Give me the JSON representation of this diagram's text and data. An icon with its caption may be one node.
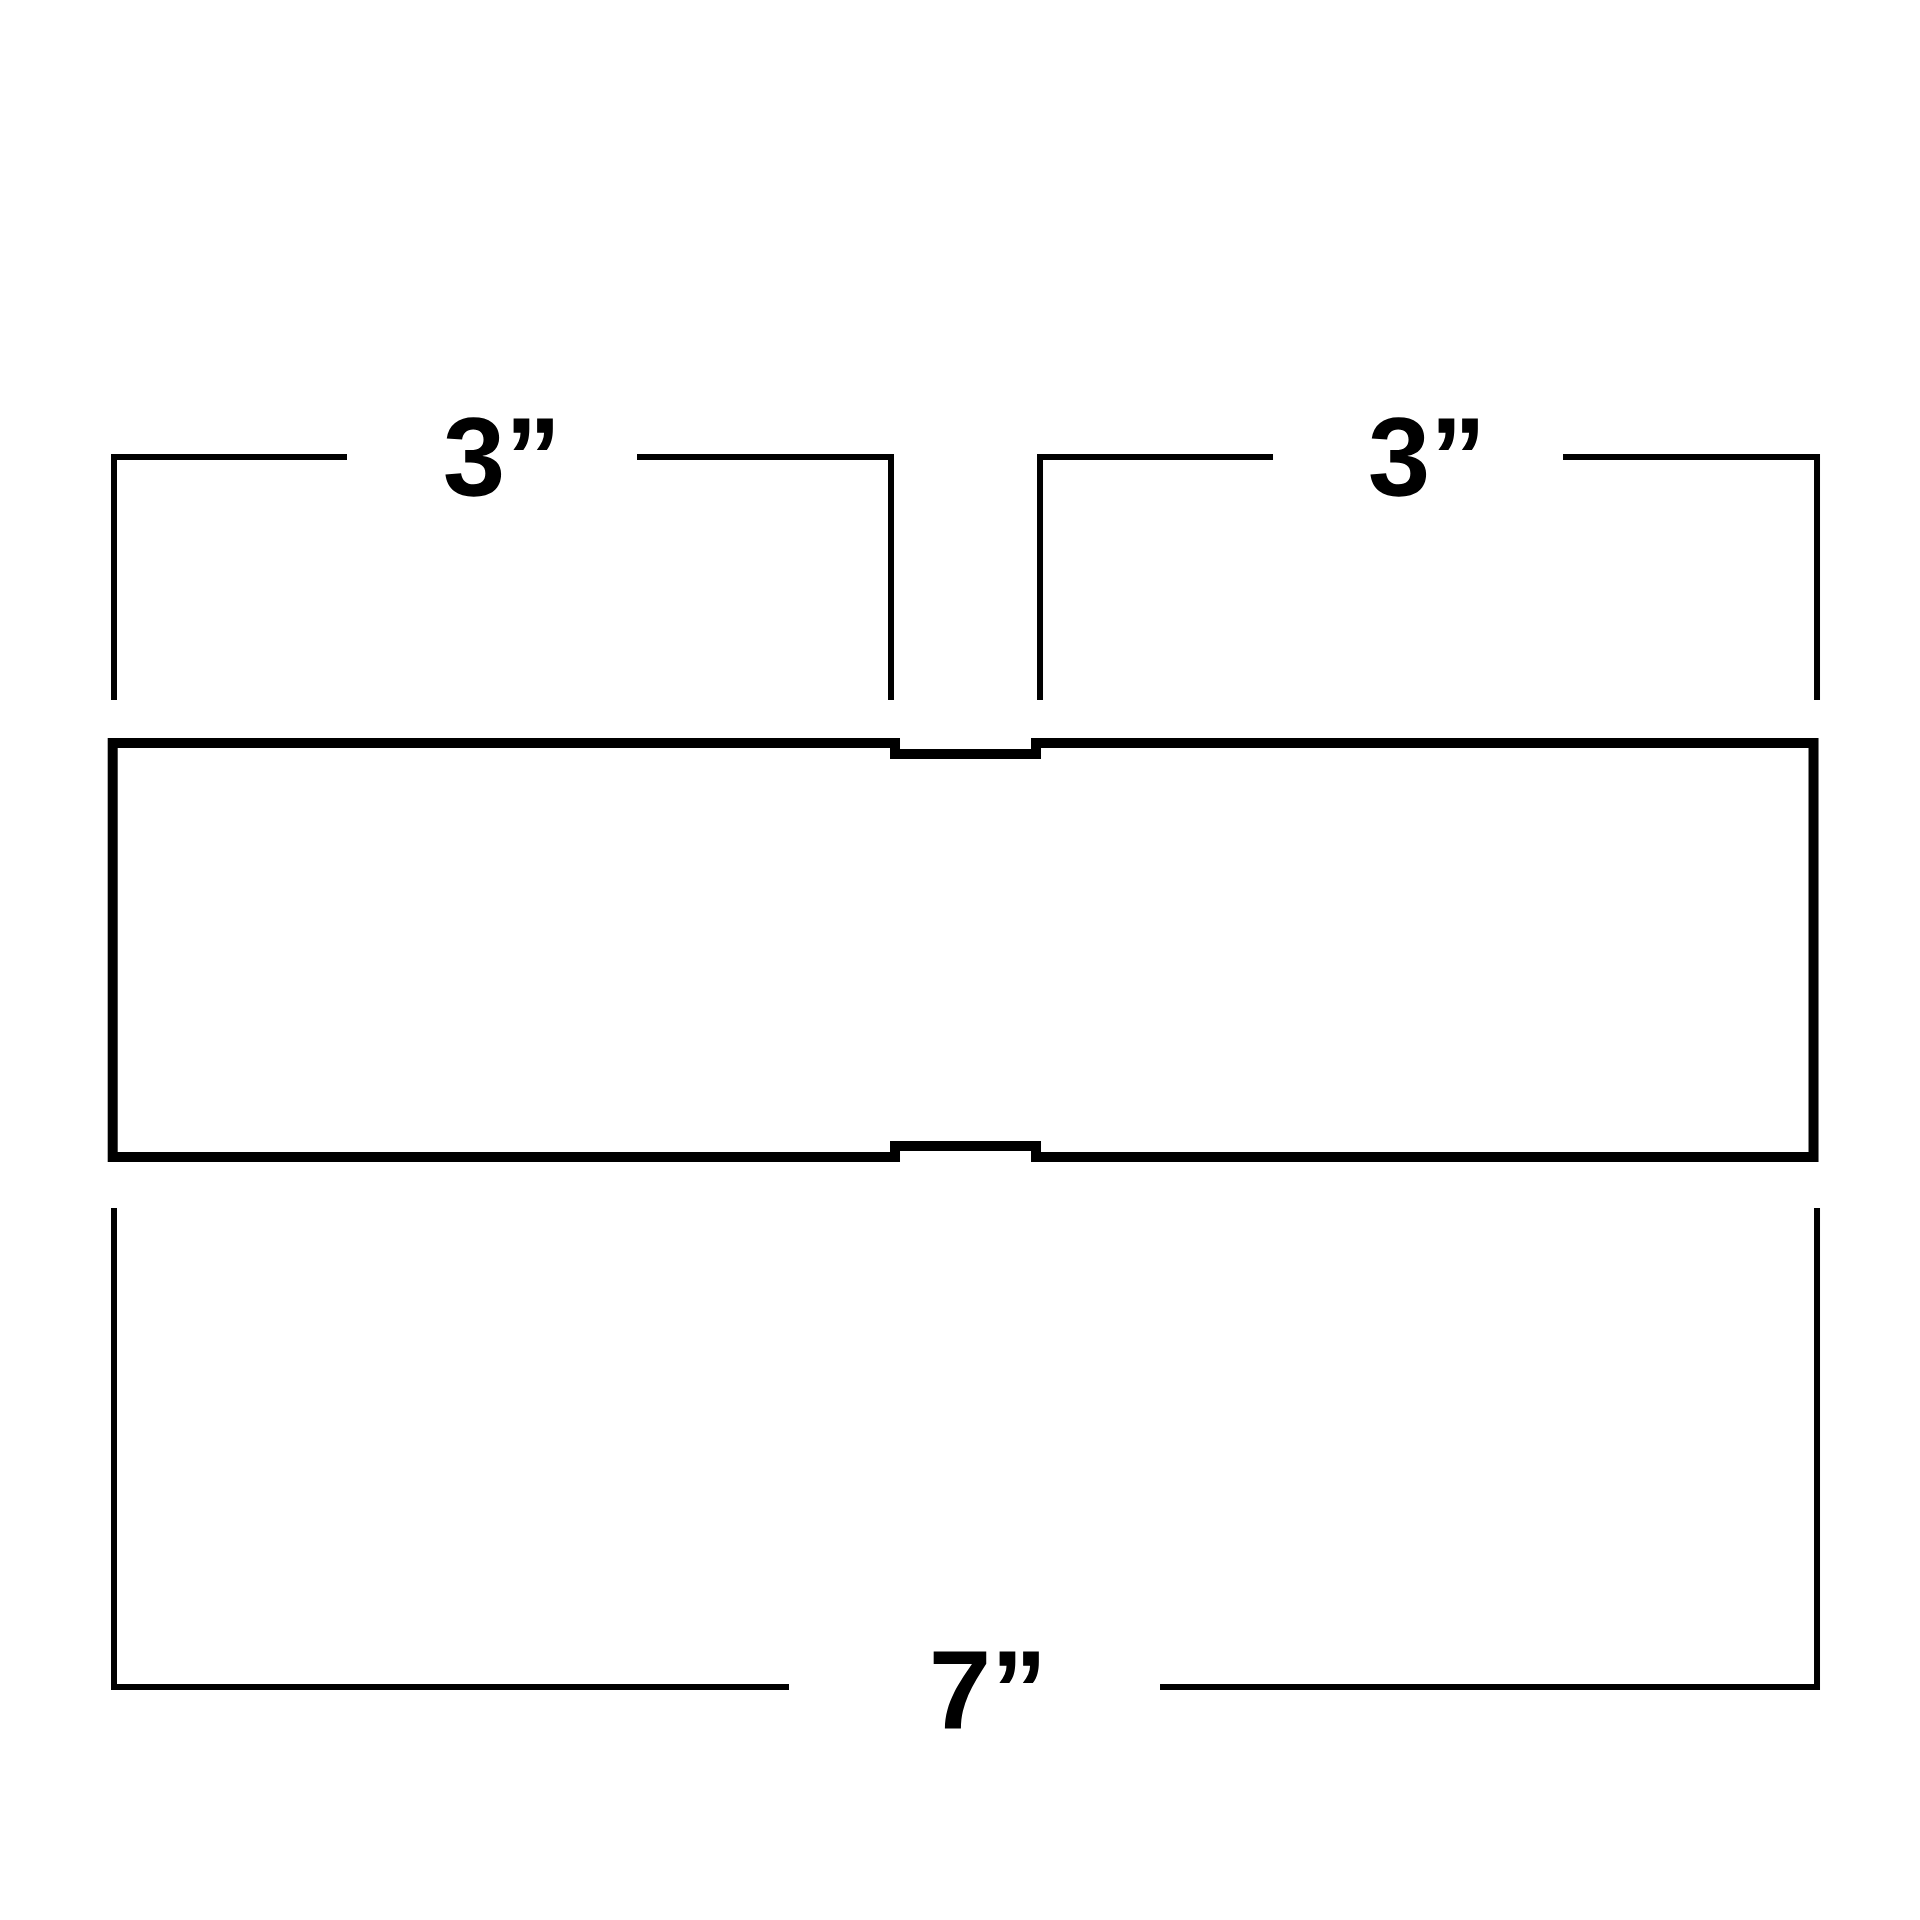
{
  "diagram": {
    "labels": [
      "3”",
      "3”",
      "7”"
    ]
  }
}
